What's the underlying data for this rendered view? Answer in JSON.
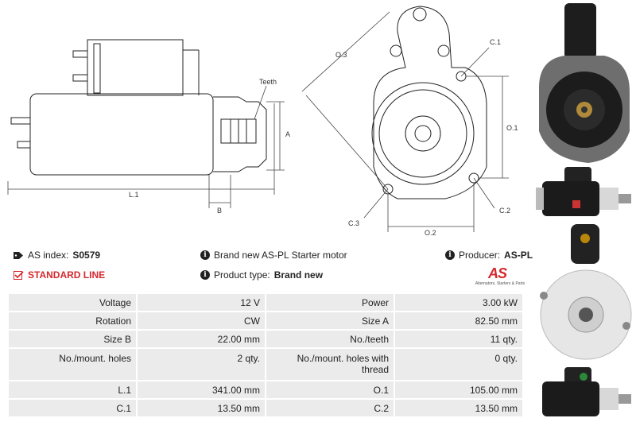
{
  "drawing": {
    "labels": {
      "teeth": "Teeth",
      "a": "A",
      "b": "B",
      "l1": "L.1",
      "o1": "O.1",
      "o2": "O.2",
      "o3": "O.3",
      "c1": "C.1",
      "c2": "C.2",
      "c3": "C.3"
    }
  },
  "info": {
    "as_index_label": "AS index:",
    "as_index_value": "S0579",
    "description": "Brand new AS-PL Starter motor",
    "producer_label": "Producer:",
    "producer_value": "AS-PL",
    "line": "STANDARD LINE",
    "product_type_label": "Product type:",
    "product_type_value": "Brand new",
    "logo_mark": "AS",
    "logo_sub": "Alternators, Starters & Parts"
  },
  "specs": [
    {
      "k1": "Voltage",
      "v1": "12 V",
      "k2": "Power",
      "v2": "3.00 kW"
    },
    {
      "k1": "Rotation",
      "v1": "CW",
      "k2": "Size A",
      "v2": "82.50 mm"
    },
    {
      "k1": "Size B",
      "v1": "22.00 mm",
      "k2": "No./teeth",
      "v2": "11 qty."
    },
    {
      "k1": "No./mount. holes",
      "v1": "2 qty.",
      "k2": "No./mount. holes with thread",
      "v2": "0 qty."
    },
    {
      "k1": "L.1",
      "v1": "341.00 mm",
      "k2": "O.1",
      "v2": "105.00 mm"
    },
    {
      "k1": "C.1",
      "v1": "13.50 mm",
      "k2": "C.2",
      "v2": "13.50 mm"
    }
  ],
  "colors": {
    "accent": "#d4282d",
    "cell_bg": "#ebebeb"
  }
}
